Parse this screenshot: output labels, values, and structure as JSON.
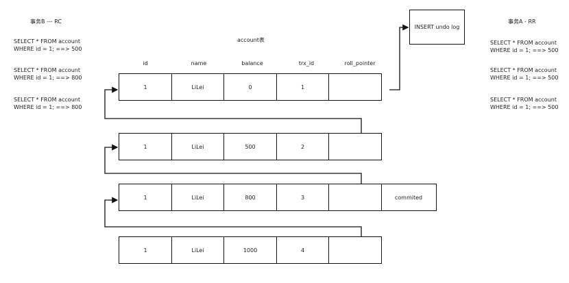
{
  "left_panel": {
    "title": "事务B --- RC",
    "queries": [
      {
        "line1": "SELECT * FROM account",
        "line2": "WHERE id = 1; ==> 500"
      },
      {
        "line1": "SELECT * FROM account",
        "line2": "WHERE id = 1; ==> 800"
      },
      {
        "line1": "SELECT * FROM account",
        "line2": "WHERE id = 1; ==> 800"
      }
    ]
  },
  "right_panel": {
    "title": "事务A - RR",
    "queries": [
      {
        "line1": "SELECT * FROM account",
        "line2": "WHERE id = 1; ==> 500"
      },
      {
        "line1": "SELECT * FROM account",
        "line2": "WHERE id = 1; ==> 500"
      },
      {
        "line1": "SELECT * FROM account",
        "line2": "WHERE id = 1; ==> 500"
      }
    ]
  },
  "table": {
    "caption": "account表",
    "columns": [
      "id",
      "name",
      "balance",
      "trx_id",
      "roll_pointer"
    ],
    "rows": [
      {
        "id": "1",
        "name": "LiLei",
        "balance": "0",
        "trx_id": "1",
        "roll_pointer": ""
      },
      {
        "id": "1",
        "name": "LiLei",
        "balance": "500",
        "trx_id": "2",
        "roll_pointer": ""
      },
      {
        "id": "1",
        "name": "LiLei",
        "balance": "800",
        "trx_id": "3",
        "roll_pointer": "",
        "status": "commited"
      },
      {
        "id": "1",
        "name": "LiLei",
        "balance": "1000",
        "trx_id": "4",
        "roll_pointer": ""
      }
    ]
  },
  "undo_log": {
    "label": "INSERT undo log"
  }
}
